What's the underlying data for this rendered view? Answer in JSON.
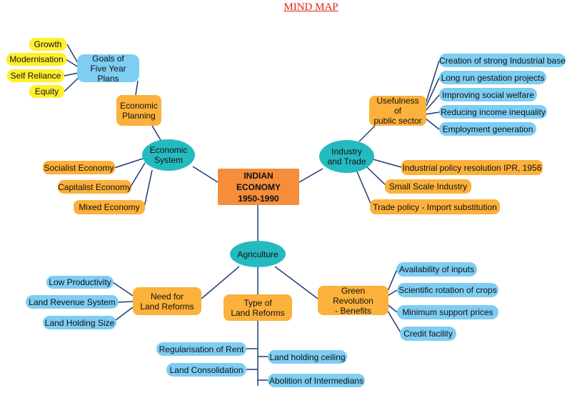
{
  "title": "MIND MAP",
  "center": "INDIAN ECONOMY\n1950-1990",
  "economic_system": {
    "label": "Economic\nSystem",
    "planning": "Economic\nPlanning",
    "goals": "Goals of\nFive Year Plans",
    "goal_items": [
      "Growth",
      "Modernisation",
      "Self Reliance",
      "Equity"
    ],
    "types": [
      "Socialist Economy",
      "Capitalist Economy",
      "Mixed Economy"
    ]
  },
  "industry": {
    "label": "Industry\nand Trade",
    "usefulness": "Usefulness of\npublic sector",
    "usefulness_items": [
      "Creation of strong Industrial base",
      "Long run gestation projects",
      "Improving social welfare",
      "Reducing income inequality",
      "Employment  generation"
    ],
    "items": [
      "Industrial policy resolution IPR, 1956",
      "Small Scale Industry",
      "Trade policy - Import substitution"
    ]
  },
  "agriculture": {
    "label": "Agriculture",
    "need": "Need for\nLand Reforms",
    "need_items": [
      "Low Productivity",
      "Land Revenue System",
      "Land Holding Size"
    ],
    "type": "Type of\nLand Reforms",
    "type_items": [
      "Regularisation of Rent",
      "Land Consolidation",
      "Land holding ceiling",
      "Abolition of Intermedians"
    ],
    "green": "Green Revolution\n- Benefits",
    "green_items": [
      "Availability of inputs",
      "Scientific rotation of crops",
      "Minimum support prices",
      "Credit facility"
    ]
  }
}
